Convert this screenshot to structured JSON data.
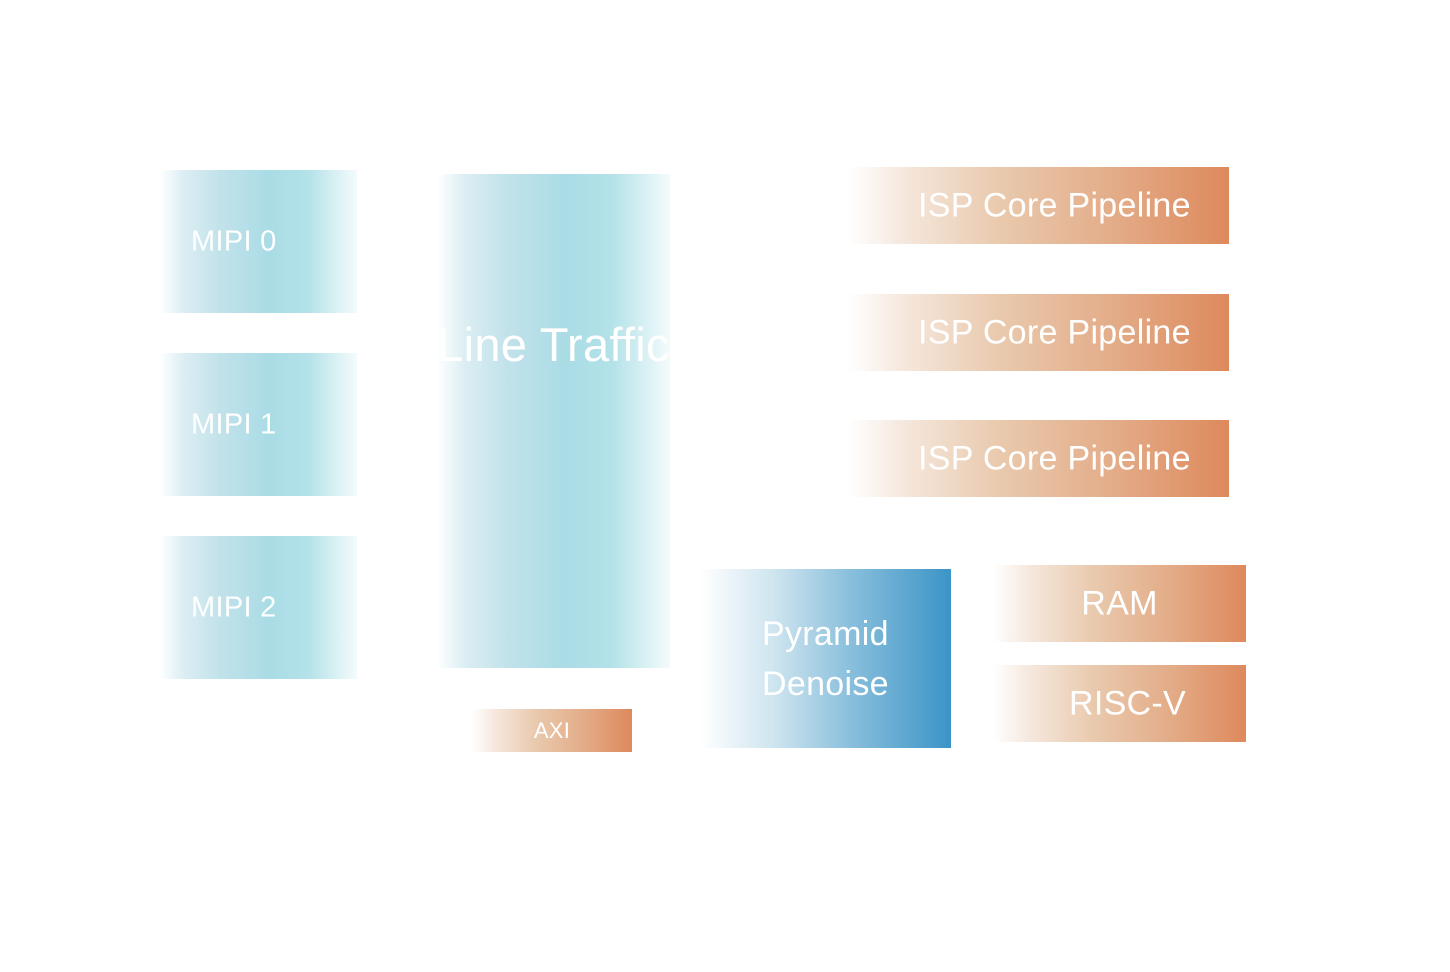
{
  "diagram": {
    "inputs": [
      {
        "label": "MIPI 0"
      },
      {
        "label": "MIPI 1"
      },
      {
        "label": "MIPI 2"
      }
    ],
    "line_traffic": {
      "label": "Line Traffic"
    },
    "axi": {
      "label": "AXI"
    },
    "isp_pipelines": [
      {
        "label": "ISP Core Pipeline"
      },
      {
        "label": "ISP Core Pipeline"
      },
      {
        "label": "ISP Core Pipeline"
      }
    ],
    "pyramid_denoise": {
      "label": "Pyramid Denoise"
    },
    "ram": {
      "label": "RAM"
    },
    "riscv": {
      "label": "RISC-V"
    },
    "colors": {
      "cyan": "#aadce6",
      "orange": "#de895c",
      "blue": "#3b94c7"
    }
  }
}
